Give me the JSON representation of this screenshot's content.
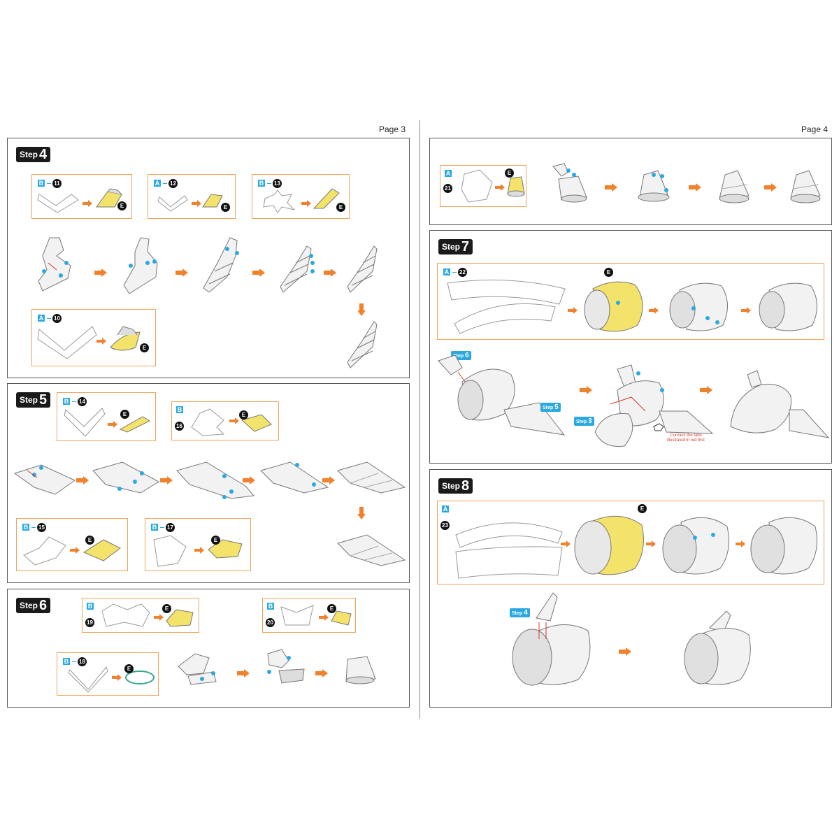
{
  "pages": {
    "left": "Page 3",
    "right": "Page 4"
  },
  "steps": {
    "s4": {
      "word": "Step",
      "num": "4"
    },
    "s5": {
      "word": "Step",
      "num": "5"
    },
    "s6": {
      "word": "Step",
      "num": "6"
    },
    "s7": {
      "word": "Step",
      "num": "7"
    },
    "s8": {
      "word": "Step",
      "num": "8"
    }
  },
  "parts": {
    "p11": {
      "sheet": "B",
      "num": "11"
    },
    "p12": {
      "sheet": "A",
      "num": "12"
    },
    "p13": {
      "sheet": "B",
      "num": "13"
    },
    "p10": {
      "sheet": "A",
      "num": "10"
    },
    "p14": {
      "sheet": "B",
      "num": "14"
    },
    "p16": {
      "sheet": "B",
      "num": "16"
    },
    "p15": {
      "sheet": "B",
      "num": "15"
    },
    "p17": {
      "sheet": "B",
      "num": "17"
    },
    "p19": {
      "sheet": "B",
      "num": "19"
    },
    "p20": {
      "sheet": "B",
      "num": "20"
    },
    "p18": {
      "sheet": "B",
      "num": "18"
    },
    "p21": {
      "sheet": "A",
      "num": "21"
    },
    "p22": {
      "sheet": "A",
      "num": "22"
    },
    "p23": {
      "sheet": "A",
      "num": "23"
    }
  },
  "glue_mark": "E",
  "callouts": {
    "c6": {
      "word": "Step",
      "num": "6"
    },
    "c5": {
      "word": "Step",
      "num": "5"
    },
    "c3": {
      "word": "Step",
      "num": "3"
    },
    "c4": {
      "word": "Step",
      "num": "4"
    }
  },
  "note_text": "Connect the tabs illustrated in red first",
  "colors": {
    "accent_orange": "#f0822d",
    "box_border": "#f0a35a",
    "tag_blue": "#2aa9e0",
    "glue_yellow": "#f3e36a"
  }
}
